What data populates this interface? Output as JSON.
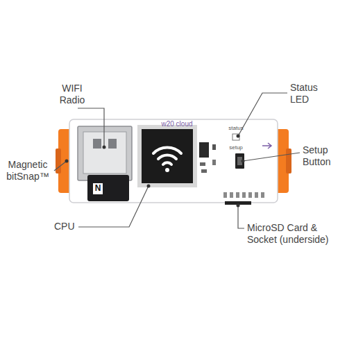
{
  "diagram": {
    "labels": [
      "WIFI Radio",
      "Magnetic bitSnap™",
      "CPU",
      "Status LED",
      "Setup Button",
      "MicroSD Card & Socket (underside)",
      "w20 cloud",
      "status",
      "setup",
      "N"
    ]
  }
}
